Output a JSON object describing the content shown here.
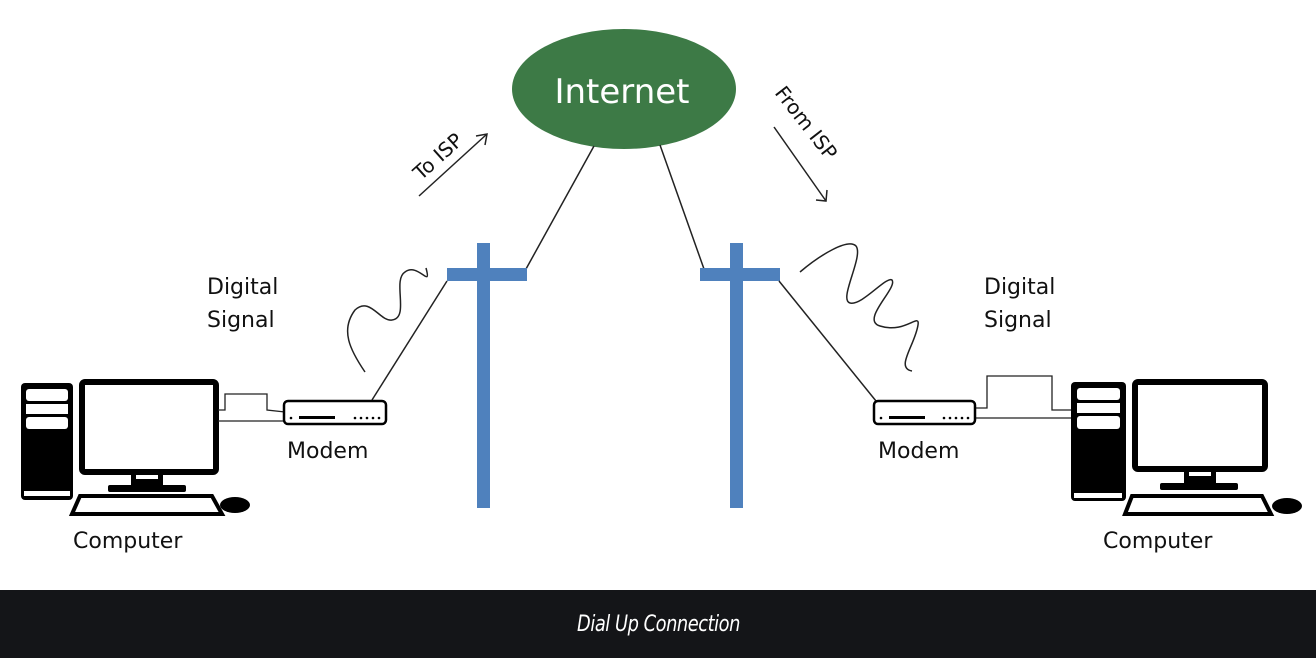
{
  "diagram": {
    "internet_label": "Internet",
    "to_isp_label": "To ISP",
    "from_isp_label": "From ISP",
    "left": {
      "signal_line1": "Digital",
      "signal_line2": "Signal",
      "modem_label": "Modem",
      "computer_label": "Computer"
    },
    "right": {
      "signal_line1": "Digital",
      "signal_line2": "Signal",
      "modem_label": "Modem",
      "computer_label": "Computer"
    },
    "colors": {
      "internet_fill": "#3d7a46",
      "pole": "#4f81bd",
      "caption_bg": "#141518"
    }
  },
  "caption": "Dial Up Connection"
}
